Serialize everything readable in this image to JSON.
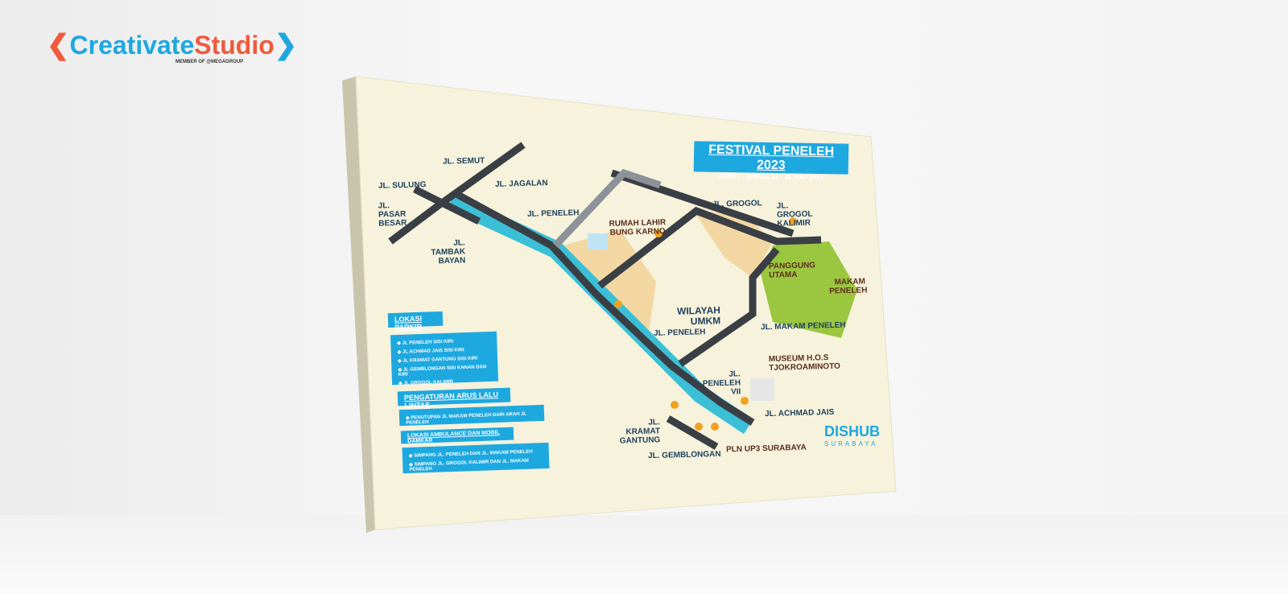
{
  "brand": {
    "logo_left": "Creativate",
    "logo_right": "Studio",
    "member": "MEMBER OF @MEGAGROUP"
  },
  "map": {
    "title": "FESTIVAL PENELEH 2023",
    "date": "JUMAT - SABTU, 07 - 08 JULI 2023",
    "labels": {
      "semut": "JL. SEMUT",
      "jagalan": "JL. JAGALAN",
      "sulung": "JL. SULUNG",
      "pasar_besar": "JL. PASAR BESAR",
      "tambak_bayan": "JL. TAMBAK BAYAN",
      "peneleh_top": "JL. PENELEH",
      "rumah_lahir": "RUMAH LAHIR BUNG KARNO",
      "grogol": "JL. GROGOL",
      "grogol_kalimir": "JL. GROGOL KALIMIR",
      "panggung": "PANGGUNG UTAMA",
      "makam": "MAKAM PENELEH",
      "wilayah_umkm": "WILAYAH UMKM",
      "makam_peneleh_jl": "JL. MAKAM PENELEH",
      "peneleh_mid": "JL. PENELEH",
      "museum": "MUSEUM H.O.S TJOKROAMINOTO",
      "peneleh_vii": "JL. PENELEH VII",
      "achmad_jais": "JL. ACHMAD JAIS",
      "kramat_gantung": "JL. KRAMAT GANTUNG",
      "pln": "PLN UP3 SURABAYA",
      "gemblongan": "JL. GEMBLONGAN"
    },
    "parkir": {
      "heading": "LOKASI PARKIR",
      "items": [
        "JL PENELEH SISI KIRI",
        "JL ACHMAD JAIS SISI KIRI",
        "JL KRAMAT GANTUNG SISI KIRI",
        "JL GEMBLONGAN SISI KANAN DAN KIRI",
        "JL GROGOL KALIMIR"
      ]
    },
    "lalu_lintas": {
      "heading": "PENGATURAN ARUS LALU LINTAS",
      "items": [
        "PENUTUPAN JL MAKAM PENELEH DARI ARAH JL PENELEH"
      ]
    },
    "ambulance": {
      "heading": "LOKASI AMBULANCE DAN MOBIL DAMKAR",
      "items": [
        "SIMPANG JL. PENELEH DAN JL. MAKAM PENELEH",
        "SIMPANG JL. GROGOL KALIMIR DAN JL. MAKAM PENELEH"
      ]
    },
    "dishub": {
      "name": "DISHUB",
      "city": "SURABAYA"
    }
  },
  "colors": {
    "canvas": "#f6f2dc",
    "river": "#3bbfd6",
    "road": "#3a3f45",
    "blue": "#1ea8e0",
    "green": "#9bc63f",
    "sand": "#f2cf95"
  }
}
